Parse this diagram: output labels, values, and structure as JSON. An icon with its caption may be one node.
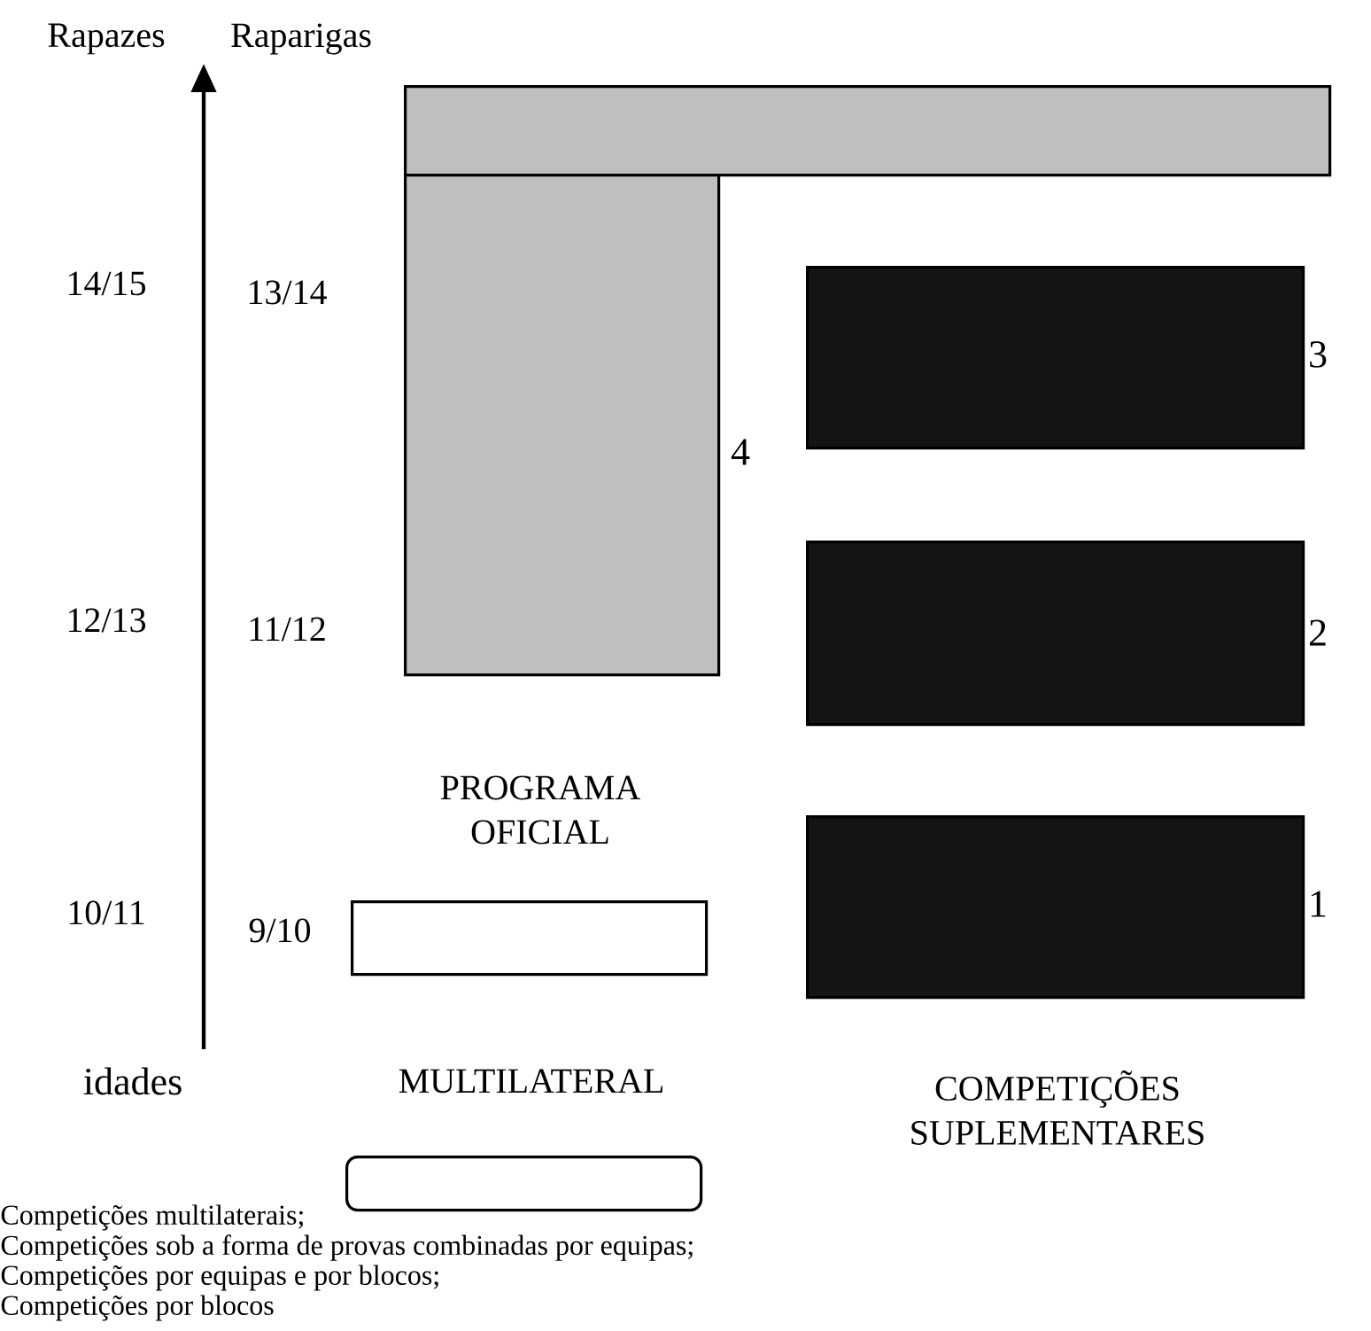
{
  "diagram": {
    "nodes": [
      {
        "text": [],
        "shape": "bar"
      },
      {
        "text": [],
        "shape": "bar",
        "beside": [
          "4"
        ]
      },
      {
        "text": [],
        "shape": "box",
        "beside": [
          "3"
        ]
      },
      {
        "text": [],
        "shape": "box",
        "beside": [
          "2"
        ]
      },
      {
        "text": [],
        "shape": "box",
        "beside": [
          "1"
        ]
      },
      {
        "text": [],
        "shape": "box"
      },
      {
        "text": [],
        "shape": "box"
      }
    ],
    "edges": [],
    "labels": [
      "Rapazes",
      "Raparigas",
      "14/15",
      "13/14",
      "12/13",
      "11/12",
      "10/11",
      "9/10",
      "idades",
      "PROGRAMA OFICIAL",
      "MULTILATERAL",
      "COMPETIÇÕES SUPLEMENTARES",
      "Competições multilaterais;",
      "Competições sob a forma de provas combinadas por equipas;",
      "Competições por equipas e por blocos;",
      "Competições por blocos"
    ]
  }
}
